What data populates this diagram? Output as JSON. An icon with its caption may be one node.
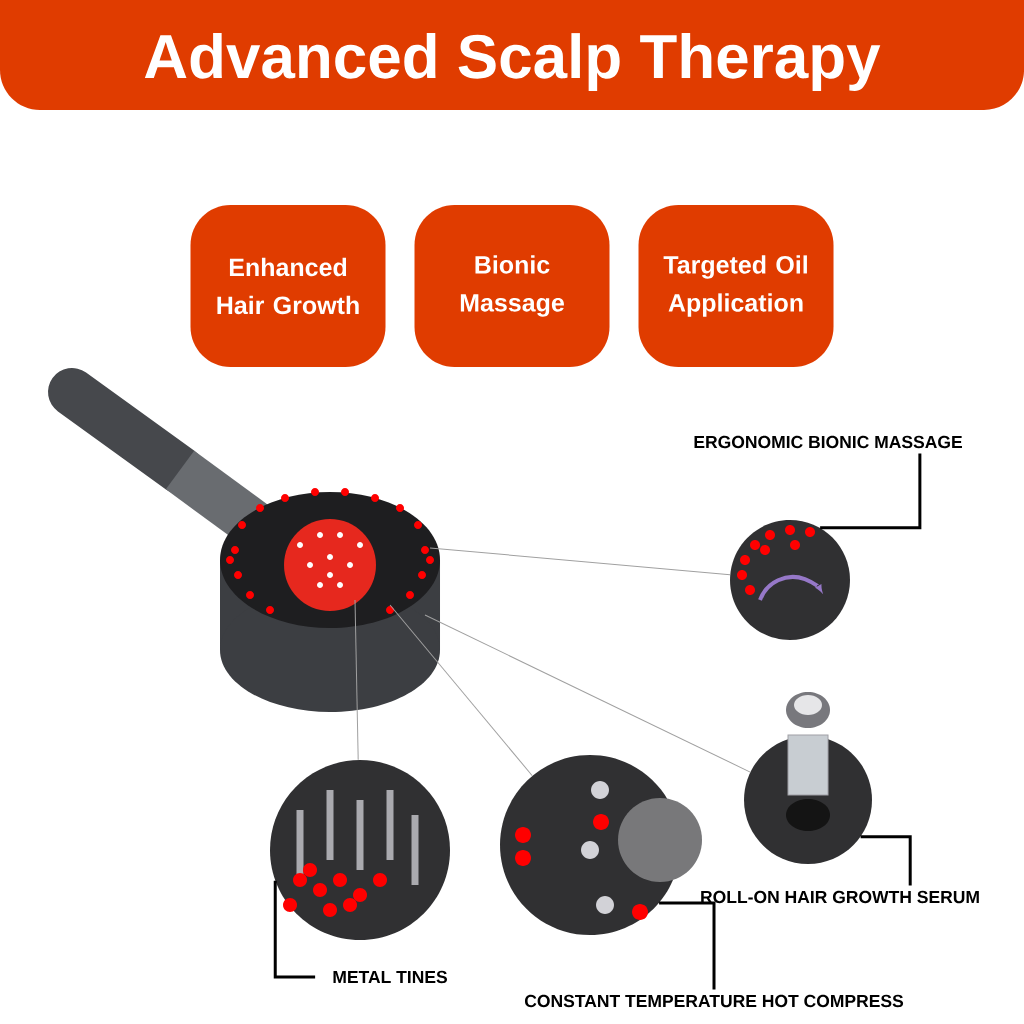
{
  "diagram": {
    "title": "Advanced Scalp Therapy",
    "nodes": [
      {
        "text": [
          "Enhanced Hair Growth"
        ]
      },
      {
        "text": [
          "Bionic Massage"
        ]
      },
      {
        "text": [
          "Targeted Oil Application"
        ]
      },
      {
        "text": [],
        "shape": "picture"
      },
      {
        "text": [],
        "shape": "picture"
      },
      {
        "text": [],
        "shape": "picture"
      },
      {
        "text": [],
        "shape": "picture"
      },
      {
        "text": [],
        "shape": "picture"
      },
      {
        "text": [
          "ERGONOMIC BIONIC MASSAGE"
        ]
      },
      {
        "text": [
          "ROLL-ON HAIR GROWTH SERUM"
        ]
      },
      {
        "text": [
          "METAL TINES"
        ]
      },
      {
        "text": [
          "CONSTANT TEMPERATURE HOT COMPRESS"
        ]
      }
    ],
    "edges": [
      {
        "from": 3,
        "to": 4,
        "arrow": "none",
        "color": "#a0a0a0"
      },
      {
        "from": 3,
        "to": 6,
        "arrow": "none",
        "color": "#a0a0a0"
      },
      {
        "from": 3,
        "to": 7,
        "arrow": "none",
        "color": "#a0a0a0"
      },
      {
        "from": 3,
        "to": 5,
        "arrow": "none",
        "color": "#a0a0a0"
      },
      {
        "from": 8,
        "to": 4,
        "arrow": "none",
        "style": "thick",
        "color": "#000000"
      },
      {
        "from": 9,
        "to": 5,
        "arrow": "none",
        "style": "thick",
        "color": "#000000"
      },
      {
        "from": 10,
        "to": 6,
        "arrow": "none",
        "style": "thick",
        "color": "#000000"
      },
      {
        "from": 11,
        "to": 7,
        "arrow": "none",
        "style": "thick",
        "color": "#000000"
      }
    ]
  }
}
